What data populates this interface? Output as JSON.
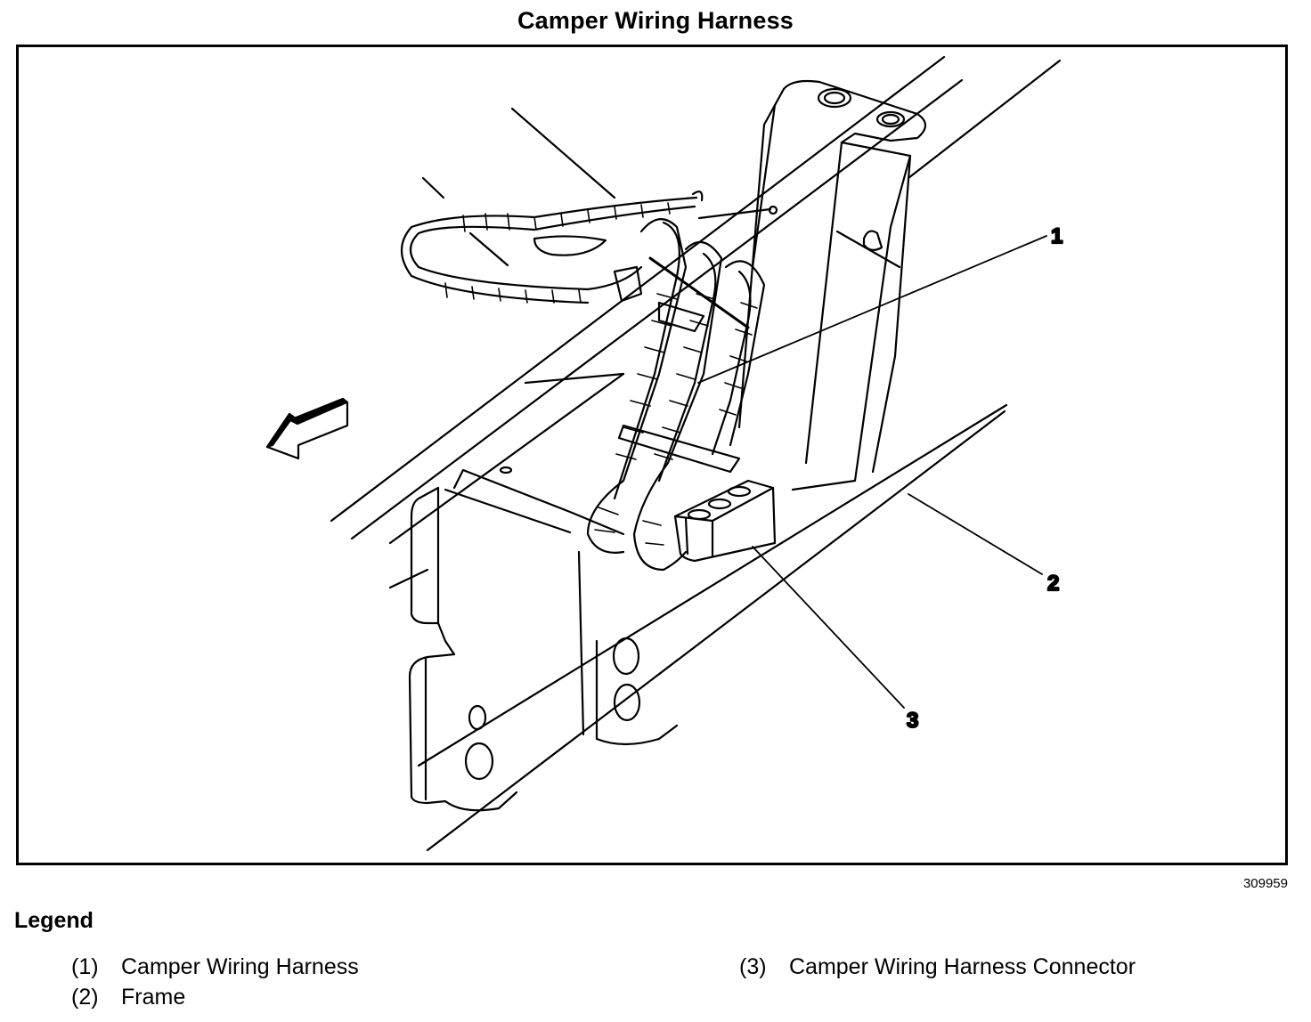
{
  "title": "Camper Wiring Harness",
  "figure_id": "309959",
  "callouts": [
    {
      "number": "1",
      "refers_to": "Camper Wiring Harness"
    },
    {
      "number": "2",
      "refers_to": "Frame"
    },
    {
      "number": "3",
      "refers_to": "Camper Wiring Harness Connector"
    }
  ],
  "legend": {
    "title": "Legend",
    "items": [
      {
        "number": "(1)",
        "label": "Camper Wiring Harness"
      },
      {
        "number": "(2)",
        "label": "Frame"
      },
      {
        "number": "(3)",
        "label": "Camper Wiring Harness Connector"
      }
    ]
  },
  "icons": {
    "direction_arrow": "front-of-vehicle-arrow-icon"
  }
}
